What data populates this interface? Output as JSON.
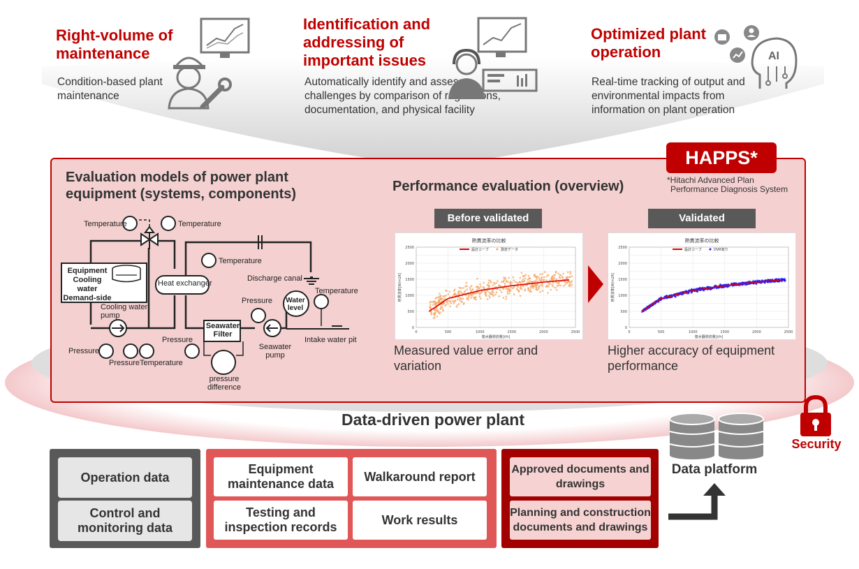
{
  "features": [
    {
      "title": "Right-volume of maintenance",
      "desc": "Condition-based plant maintenance"
    },
    {
      "title": "Identification and addressing of important issues",
      "desc": "Automatically identify and assess challenges by comparison of regulations, documentation, and physical facility"
    },
    {
      "title": "Optimized plant operation",
      "desc": "Real-time tracking of output and environmental impacts from information on plant operation"
    }
  ],
  "ai_label": "AI",
  "happs": {
    "badge": "HAPPS*",
    "footnote_1": "*Hitachi Advanced Plan",
    "footnote_2": "Performance Diagnosis System"
  },
  "eval_models_title": "Evaluation models of power plant equipment (systems, components)",
  "diagram_labels": {
    "temp1": "Temperature",
    "temp2": "Temperature",
    "temp3": "Temperature",
    "temp4": "Temperature",
    "temp5": "Temperature",
    "equipment": "Equipment Cooling water Demand-side",
    "heat_exchanger": "Heat exchanger",
    "discharge_canal": "Discharge canal",
    "cooling_water_pump": "Cooling water pump",
    "pressure1": "Pressure",
    "pressure2": "Pressure",
    "pressure3": "Pressure",
    "pressure4": "Pressure",
    "seawater_filter": "Seawater Filter",
    "water_level": "Water level",
    "seawater_pump": "Seawater pump",
    "pressure_difference": "pressure difference",
    "intake_water_pit": "Intake water pit"
  },
  "performance_title": "Performance evaluation (overview)",
  "chart_data": [
    {
      "type": "scatter",
      "tag": "Before validated",
      "title": "熱貫流率の比較",
      "legend": [
        "設計カーブ",
        "測定データ"
      ],
      "xlabel": "復水器側流量[t/h]",
      "ylabel": "熱貫流率[W/m2K]",
      "xlim": [
        0,
        2500
      ],
      "ylim": [
        0,
        2500
      ],
      "xticks": [
        "0",
        "500",
        "1000",
        "1500",
        "2000",
        "2500"
      ],
      "yticks": [
        "0",
        "250",
        "500",
        "750",
        "1000",
        "1250",
        "1500",
        "1750",
        "2000",
        "2250",
        "2500"
      ],
      "curve": {
        "x": [
          200,
          500,
          1000,
          1500,
          2000,
          2400
        ],
        "y": [
          500,
          900,
          1150,
          1300,
          1410,
          1480
        ]
      },
      "scatter_color": "#f4a460",
      "caption": "Measured value error and variation"
    },
    {
      "type": "scatter",
      "tag": "Validated",
      "title": "熱貫流率の比較",
      "legend": [
        "設計カーブ",
        "DVR有り"
      ],
      "xlabel": "復水器側流量[t/h]",
      "ylabel": "熱貫流率[W/m2K]",
      "xlim": [
        0,
        2500
      ],
      "ylim": [
        0,
        2500
      ],
      "xticks": [
        "0",
        "500",
        "1000",
        "1500",
        "2000",
        "2500"
      ],
      "yticks": [
        "0",
        "250",
        "500",
        "750",
        "1000",
        "1250",
        "1500",
        "1750",
        "2000",
        "2250",
        "2500"
      ],
      "curve": {
        "x": [
          200,
          500,
          1000,
          1500,
          2000,
          2400
        ],
        "y": [
          500,
          900,
          1150,
          1300,
          1410,
          1480
        ]
      },
      "scatter_color": "#1a1aff",
      "caption": "Higher accuracy of equipment performance"
    }
  ],
  "data_driven_label": "Data-driven power plant",
  "security_label": "Security",
  "data_platform_label": "Data platform",
  "data_groups": {
    "gray": [
      "Operation data",
      "Control and monitoring data"
    ],
    "red": [
      "Equipment maintenance data",
      "Walkaround report",
      "Testing and inspection records",
      "Work results"
    ],
    "darkred": [
      "Approved documents and drawings",
      "Planning and construction documents and drawings"
    ]
  },
  "colors": {
    "brand_red": "#c00000",
    "panel_pink": "#f4d0d0",
    "dark_gray": "#595959"
  }
}
